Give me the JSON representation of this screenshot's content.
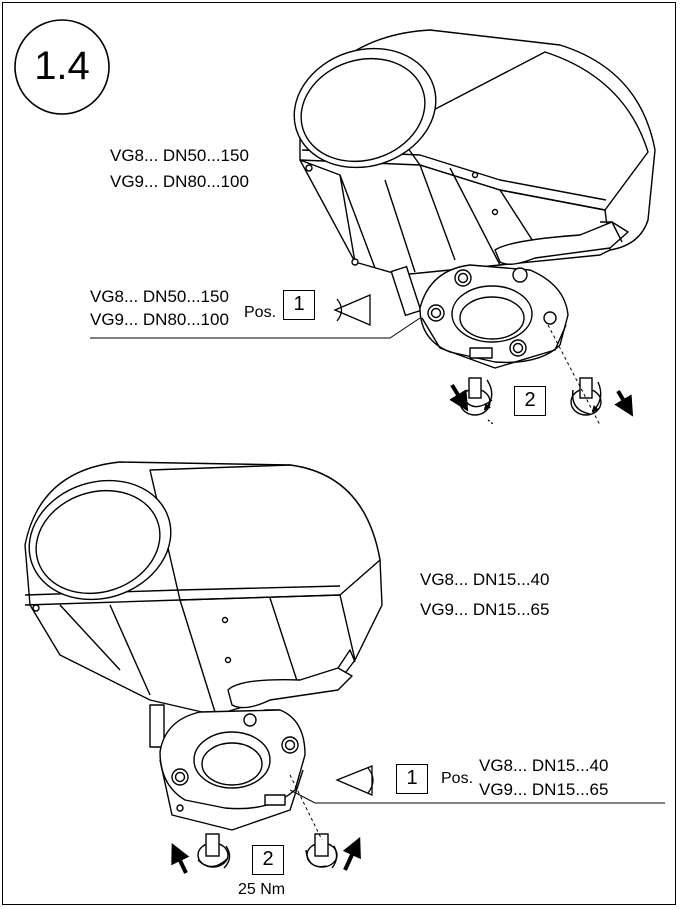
{
  "step": "1.4",
  "top": {
    "label_line1": "VG8... DN50...150",
    "label_line2": "VG9... DN80...100",
    "callout_line1": "VG8... DN50...150",
    "callout_line2": "VG9... DN80...100",
    "pos_label": "Pos.",
    "pos_number": "1",
    "screw_step": "2"
  },
  "bottom": {
    "label_line1": "VG8... DN15...40",
    "label_line2": "VG9... DN15...65",
    "callout_line1": "VG8... DN15...40",
    "callout_line2": "VG9... DN15...65",
    "pos_label": "Pos.",
    "pos_number": "1",
    "screw_step": "2",
    "torque": "25 Nm"
  }
}
